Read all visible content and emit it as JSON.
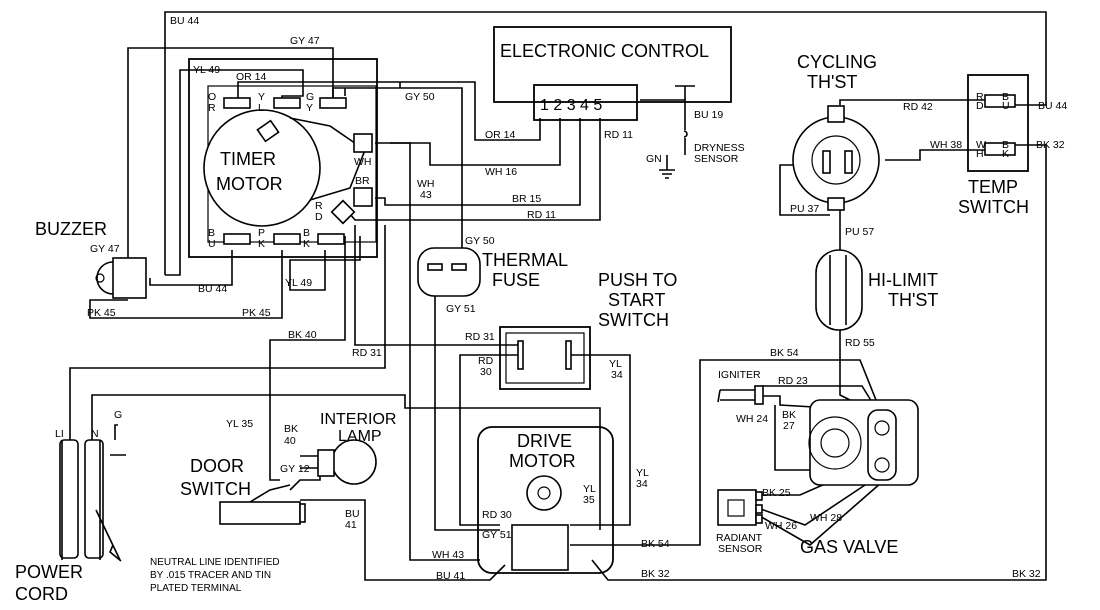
{
  "components": {
    "electronic_control": "ELECTRONIC CONTROL",
    "control_pins": "1 2 3 4 5",
    "timer_motor": [
      "TIMER",
      "MOTOR"
    ],
    "buzzer": "BUZZER",
    "cycling_thst": [
      "CYCLING",
      "TH'ST"
    ],
    "temp_switch": [
      "TEMP",
      "SWITCH"
    ],
    "thermal_fuse": [
      "THERMAL",
      "FUSE"
    ],
    "push_to_start": [
      "PUSH TO",
      "START",
      "SWITCH"
    ],
    "hi_limit": [
      "HI-LIMIT",
      "TH'ST"
    ],
    "drive_motor": [
      "DRIVE",
      "MOTOR"
    ],
    "interior_lamp": [
      "INTERIOR",
      "LAMP"
    ],
    "door_switch": [
      "DOOR",
      "SWITCH"
    ],
    "power_cord": [
      "POWER",
      "CORD"
    ],
    "gas_valve": "GAS VALVE",
    "igniter": "IGNITER",
    "radiant_sensor": [
      "RADIANT",
      "SENSOR"
    ],
    "dryness_sensor": [
      "DRYNESS",
      "SENSOR"
    ]
  },
  "terminals": {
    "timer_or": [
      "O",
      "R"
    ],
    "timer_yl": [
      "Y",
      "L"
    ],
    "timer_gy": [
      "G",
      "Y"
    ],
    "timer_bu": [
      "B",
      "U"
    ],
    "timer_pk": [
      "P",
      "K"
    ],
    "timer_bk": [
      "B",
      "K"
    ],
    "timer_wh": "WH",
    "timer_br": "BR",
    "timer_rd": [
      "R",
      "D"
    ],
    "temp_rd": [
      "R",
      "D"
    ],
    "temp_bu": [
      "B",
      "U"
    ],
    "temp_wh": [
      "W",
      "H"
    ],
    "temp_bk": [
      "B",
      "K"
    ],
    "cord_li": "LI",
    "cord_n": "N",
    "cord_g": "G",
    "gn": "GN"
  },
  "wires": {
    "bu44_top": "BU 44",
    "gy47_top": "GY 47",
    "yl49_top": "YL 49",
    "or14_top": "OR 14",
    "gy50_top": "GY 50",
    "or14": "OR 14",
    "rd11_top": "RD 11",
    "bu19": "BU 19",
    "wh16": "WH 16",
    "wh43_mid": [
      "WH",
      "43"
    ],
    "br15": "BR 15",
    "rd11": "RD 11",
    "rd42": "RD 42",
    "bu44_right": "BU 44",
    "wh38": "WH 38",
    "bk32_right": "BK 32",
    "pu37": "PU 37",
    "pu57": "PU 57",
    "gy50": "GY 50",
    "gy47_buzzer": "GY 47",
    "bu44_bottom": "BU 44",
    "yl49_bottom": "YL 49",
    "pk45_left": "PK 45",
    "pk45_right": "PK 45",
    "gy51": "GY 51",
    "bk40": "BK 40",
    "rd31": "RD 31",
    "rd31_b": "RD 31",
    "rd30": [
      "RD",
      "30"
    ],
    "yl34": [
      "YL",
      "34"
    ],
    "rd55": "RD 55",
    "bk54_top": "BK 54",
    "rd23": "RD 23",
    "wh24": "WH 24",
    "bk27": [
      "BK",
      "27"
    ],
    "yl35": "YL 35",
    "bk40_b": [
      "BK",
      "40"
    ],
    "gy12": "GY 12",
    "bu41": [
      "BU",
      "41"
    ],
    "yl34_b": [
      "YL",
      "34"
    ],
    "yl35_b": [
      "YL",
      "35"
    ],
    "rd30_b": "RD 30",
    "gy51_b": "GY 51",
    "wh43": "WH 43",
    "bu41_b": "BU 41",
    "bk54": "BK 54",
    "bk32": "BK 32",
    "bk32_b": "BK 32",
    "bk25": "BK 25",
    "wh26": "WH 26",
    "wh28": "WH 28"
  },
  "notes": {
    "neutral": [
      "NEUTRAL LINE IDENTIFIED",
      "BY .015 TRACER AND TIN",
      "PLATED TERMINAL"
    ]
  }
}
